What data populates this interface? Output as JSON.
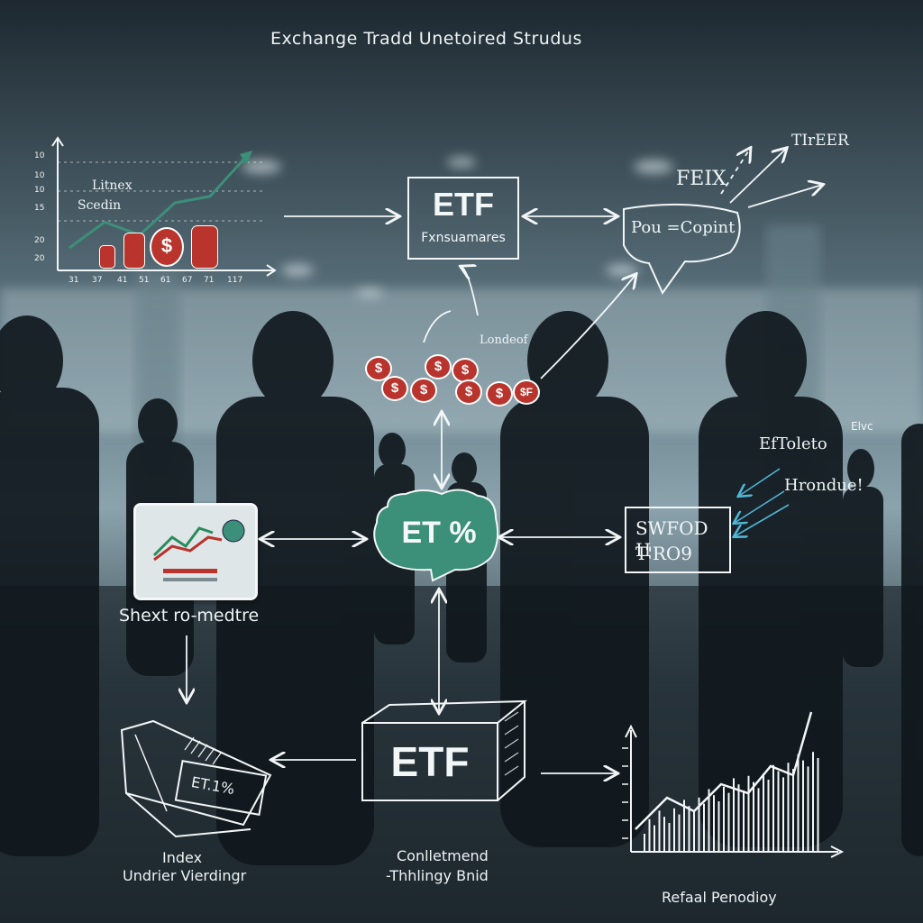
{
  "title": "Exchange Tradd Unetoired Strudus",
  "chart_topleft": {
    "y_ticks": [
      "10",
      "10",
      "10",
      "15",
      "20",
      "20"
    ],
    "x_ticks": [
      "31",
      "37",
      "41",
      "51",
      "61",
      "67",
      "71",
      "117"
    ],
    "label_line1": "Litnex",
    "label_line2": "Scedin",
    "trend": [
      10,
      14,
      12,
      17,
      18,
      24
    ]
  },
  "etf_top": {
    "title": "ETF",
    "subtitle": "Fxnsuamares"
  },
  "right_top": {
    "tag1": "TIrEER",
    "tag2": "FEIX",
    "formula": "Pou =Copint"
  },
  "coins_label": "Londeof",
  "center_bubble": "ET %",
  "left_card_label": "Shext ro-medtre",
  "right_box": {
    "line1": "SWFOD Ц",
    "line2": "T'RO9"
  },
  "right_labels": {
    "a": "Elvc",
    "b": "EfToleto",
    "c": "Hrondue!"
  },
  "book_label": "ET.1%",
  "etf_bottom": "ETF",
  "bottom_left_caption": {
    "line1": "Index",
    "line2": "Undrier Vierdingr"
  },
  "bottom_center_caption": {
    "line1": "Conlletmend",
    "line2": "-Thhlingy Bnid"
  },
  "bottom_right_caption": "Refaal Penodioy",
  "colors": {
    "accent_green": "#3c8f78",
    "accent_red": "#b8342c",
    "chalk": "#f2f6f7"
  }
}
